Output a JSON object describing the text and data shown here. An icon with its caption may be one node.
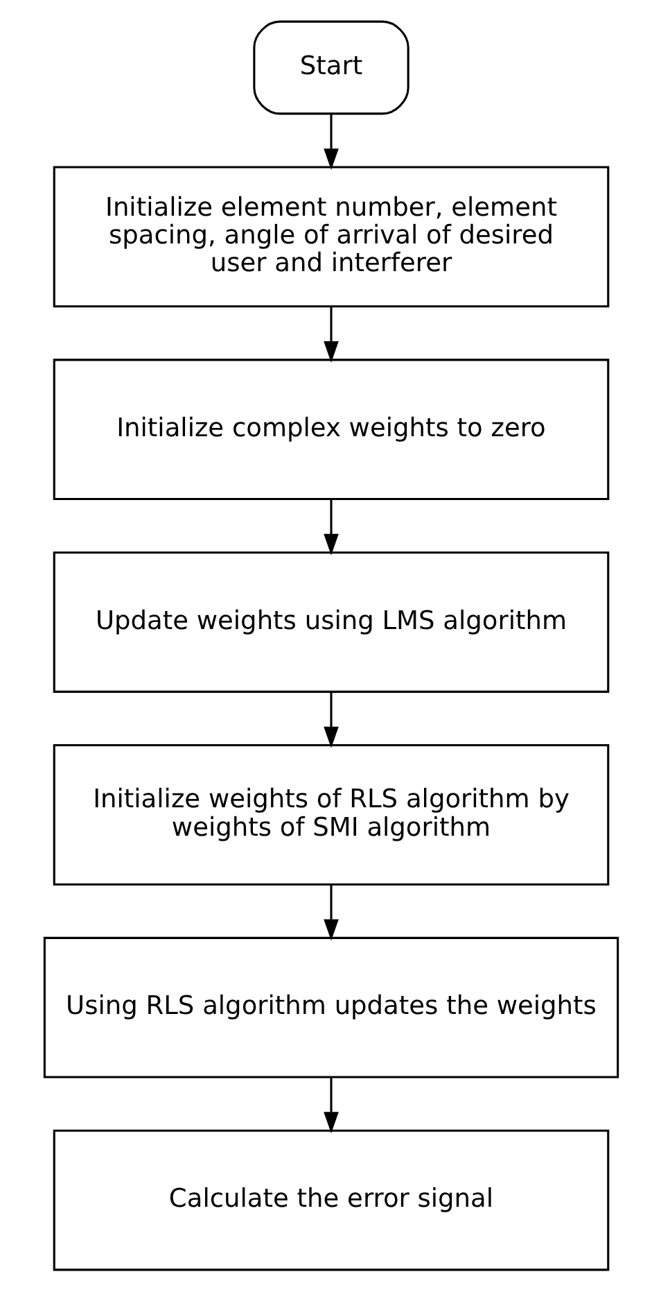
{
  "diagram": {
    "nodes": [
      {
        "text": [
          "Start"
        ]
      },
      {
        "text": [
          "Initialize element number, element spacing, angle of arrival of desired user and interferer"
        ]
      },
      {
        "text": [
          "Initialize complex weights to zero"
        ]
      },
      {
        "text": [
          "Update weights using LMS algorithm"
        ]
      },
      {
        "text": [
          "Initialize weights of RLS algorithm by weights of SMI algorithm"
        ]
      },
      {
        "text": [
          "Using RLS algorithm updates the weights"
        ]
      },
      {
        "text": [
          "Calculate the error signal"
        ]
      }
    ],
    "edges": [
      {
        "from": 0,
        "to": 1,
        "arrow": "to"
      },
      {
        "from": 1,
        "to": 2,
        "arrow": "to"
      },
      {
        "from": 2,
        "to": 3,
        "arrow": "to"
      },
      {
        "from": 3,
        "to": 4,
        "arrow": "to"
      },
      {
        "from": 4,
        "to": 5,
        "arrow": "to"
      },
      {
        "from": 5,
        "to": 6,
        "arrow": "to"
      }
    ]
  }
}
